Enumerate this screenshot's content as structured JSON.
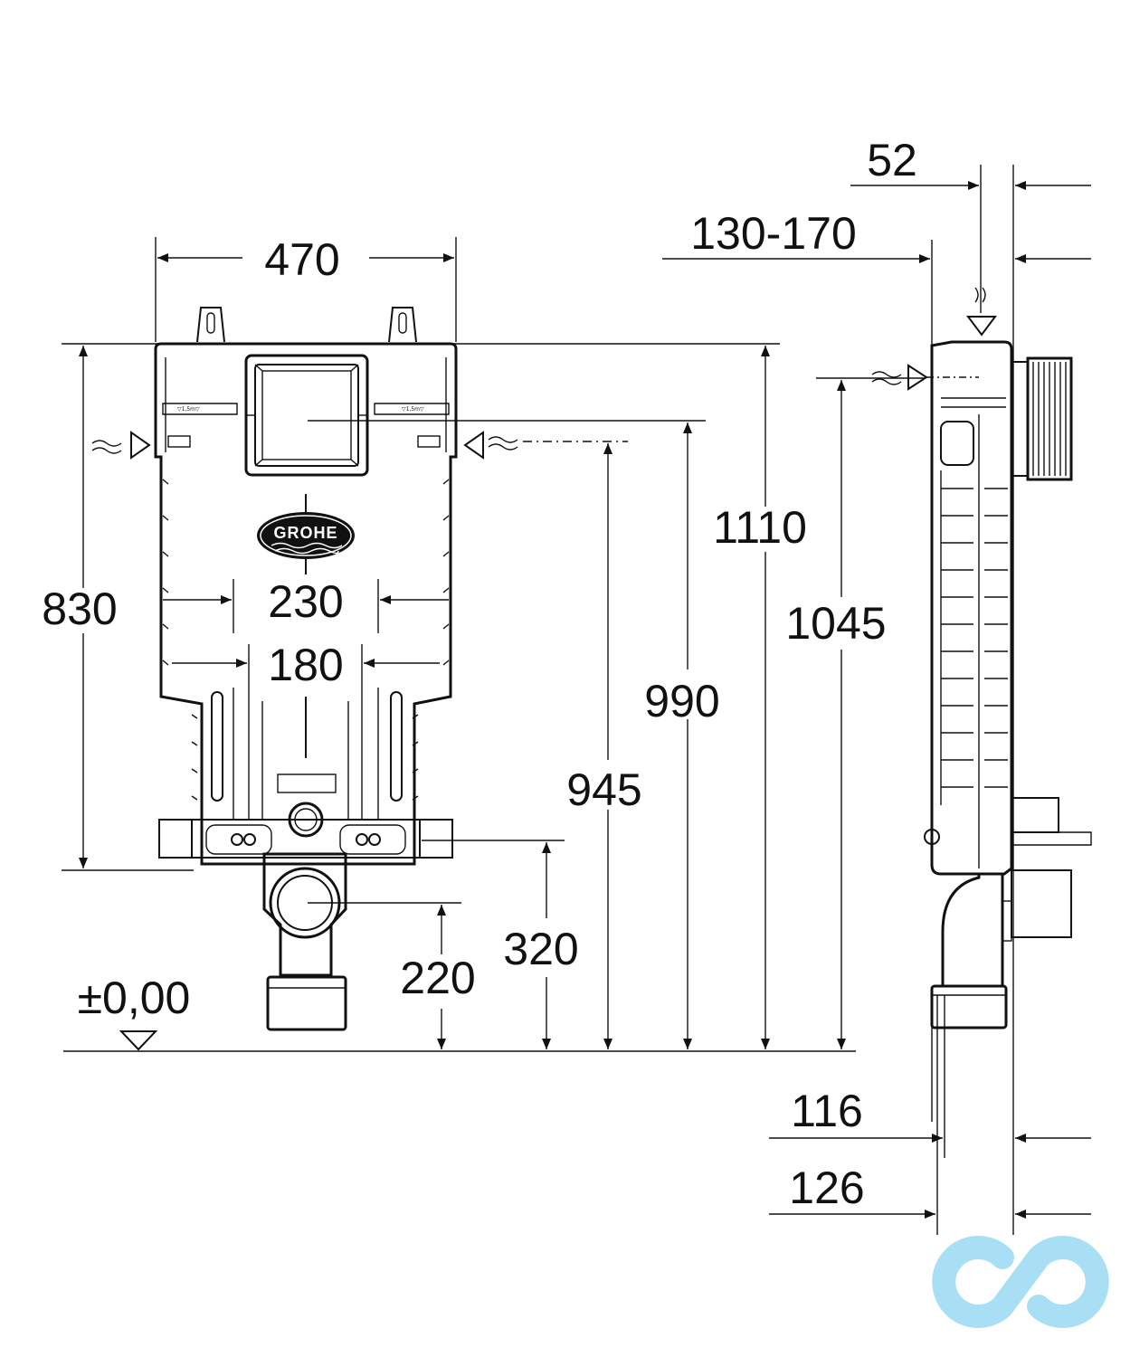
{
  "dimensions": {
    "front_width": "470",
    "front_height": "830",
    "spacing_230": "230",
    "spacing_180": "180",
    "height_1110": "1110",
    "height_990": "990",
    "height_945": "945",
    "height_320": "320",
    "height_220": "220",
    "height_1045": "1045",
    "depth_52": "52",
    "depth_range": "130-170",
    "depth_116": "116",
    "depth_126": "126",
    "floor_level": "±0,00"
  },
  "brand": {
    "logo_text": "GROHE",
    "watermark_icon": "cd-infinity-logo",
    "watermark_color": "#a9dff5"
  }
}
